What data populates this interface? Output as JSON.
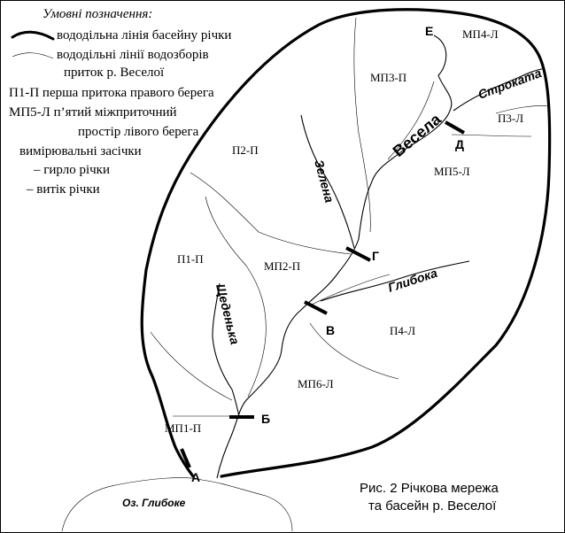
{
  "legend": {
    "title": "Умовні позначення:",
    "basin_line": "вододільна лінія басейну річки",
    "divide_line_1": "вододільні лінії водозборів",
    "divide_line_2": "приток р. Веселої",
    "abbr_p_line": "П1-П   перша притока правого берега",
    "abbr_mp_line_1": "МП5-Л   п’ятий міжприточний",
    "abbr_mp_line_2": "простір лівого берега",
    "marks_line": "вимірювальні засічки",
    "mouth_line": "– гирло річки",
    "source_line": "– витік річки"
  },
  "subbasins": {
    "mp4l": "МП4-Л",
    "mp3p": "МП3-П",
    "p3l": "П3-Л",
    "p2p": "П2-П",
    "mp5l": "МП5-Л",
    "p1p": "П1-П",
    "mp2p": "МП2-П",
    "p4l": "П4-Л",
    "mp6l": "МП6-Л",
    "mp1p": "МП1-П"
  },
  "rivers": {
    "vesela": "Весела",
    "strokata": "Строката",
    "zelena": "Зелена",
    "hlyboka": "Глибока",
    "shchedenka": "Щеденька"
  },
  "points": {
    "a": "А",
    "b": "Б",
    "v": "В",
    "g": "Г",
    "d": "Д",
    "e": "Е"
  },
  "lake_name": "Оз. Глибоке",
  "caption": {
    "line1": "Рис. 2  Річкова мережа",
    "line2": "та басейн р. Веселої"
  }
}
